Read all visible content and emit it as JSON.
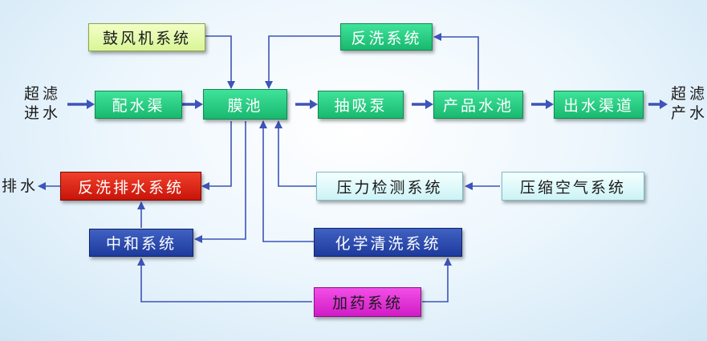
{
  "boxes": {
    "blower": "鼓风机系统",
    "backwash": "反洗系统",
    "distribution": "配水渠",
    "membrane": "膜池",
    "suction_pump": "抽吸泵",
    "product_tank": "产品水池",
    "outlet_channel": "出水渠道",
    "backwash_drain": "反洗排水系统",
    "pressure_detect": "压力检测系统",
    "compressed_air": "压缩空气系统",
    "neutralization": "中和系统",
    "chemical_clean": "化学清洗系统",
    "dosing": "加药系统"
  },
  "labels": {
    "inlet_line1": "超滤",
    "inlet_line2": "进水",
    "product_line1": "超滤",
    "product_line2": "产水",
    "drain": "排水"
  },
  "colors": {
    "arrow": "#3d54b8",
    "green": "#23c67f",
    "red": "#d9200f",
    "blue": "#2a48aa",
    "magenta": "#e033d8"
  }
}
